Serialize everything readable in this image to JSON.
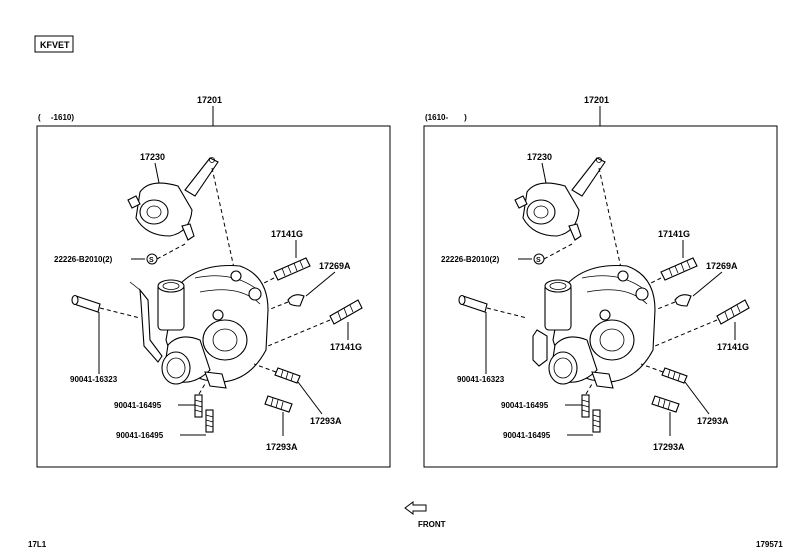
{
  "header": {
    "engine_code": "KFVET"
  },
  "footer": {
    "left_code": "17L1",
    "right_code": "179571"
  },
  "front_label": "FRONT",
  "panels": [
    {
      "assembly_no": "17201",
      "range": "(　 -1610)",
      "labels": {
        "actuator": "17230",
        "clip": "22226-B2010(2)",
        "stud_top": "17141G",
        "gasket": "17269A",
        "stud_right": "17141G",
        "stud_left": "90041-16323",
        "stud_b1": "90041-16495",
        "stud_b2": "90041-16495",
        "stud_mid": "17293A",
        "stud_low": "17293A"
      }
    },
    {
      "assembly_no": "17201",
      "range": "(1610-　　)",
      "labels": {
        "actuator": "17230",
        "clip": "22226-B2010(2)",
        "stud_top": "17141G",
        "gasket": "17269A",
        "stud_right": "17141G",
        "stud_left": "90041-16323",
        "stud_b1": "90041-16495",
        "stud_b2": "90041-16495",
        "stud_mid": "17293A",
        "stud_low": "17293A"
      }
    }
  ]
}
